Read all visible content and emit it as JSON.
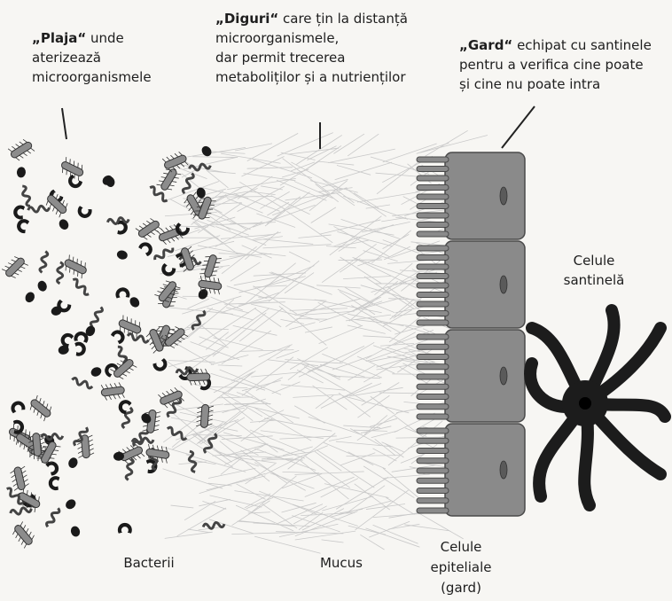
{
  "labels": {
    "plaja": {
      "bold": "„Plaja“",
      "rest_line1": " unde",
      "line2": "aterizează",
      "line3": "microorganismele"
    },
    "diguri": {
      "bold": "„Diguri“",
      "rest_line1": " care țin la distanță",
      "line2": "microorganismele,",
      "line3": "dar permit trecerea",
      "line4": "metaboliților și a nutrienților"
    },
    "gard": {
      "bold": "„Gard“",
      "rest_line1": " echipat cu santinele",
      "line2": "pentru a verifica cine poate",
      "line3": "și cine nu poate intra"
    },
    "santinela": {
      "line1": "Celule",
      "line2": "santinelă"
    },
    "bacterii": "Bacterii",
    "mucus": "Mucus",
    "epiteliale": {
      "line1": "Celule",
      "line2": "epiteliale",
      "line3": "(gard)"
    }
  },
  "colors": {
    "cell_fill": "#8a8a8a",
    "cell_edge": "#4a4a4a",
    "nucleus": "#5a5a5a",
    "mucus_strand": "#c9c9c9",
    "bacteria_dark": "#1a1a1a",
    "bacteria_grey": "#8c8c8c",
    "sentinel": "#1c1c1c"
  },
  "icons": [
    "bacterium-rod-icon",
    "bacterium-coccus-icon",
    "bacterium-crescent-icon",
    "bacterium-spiral-icon",
    "dendritic-cell-icon",
    "epithelial-cell-icon"
  ]
}
